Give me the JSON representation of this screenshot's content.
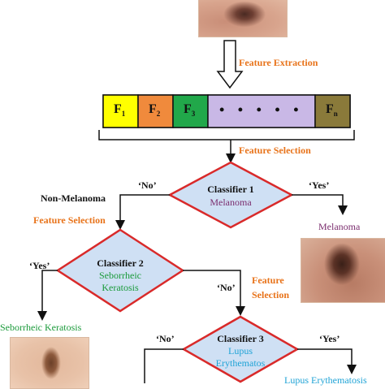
{
  "feature_extraction_label": "Feature Extraction",
  "feature_selection_label": "Feature Selection",
  "feature_bar": {
    "f1": "F",
    "f1_sub": "1",
    "f2": "F",
    "f2_sub": "2",
    "f3": "F",
    "f3_sub": "3",
    "dots": "• • • • •",
    "fn": "F",
    "fn_sub": "n",
    "colors": {
      "f1": "#ffff00",
      "f2": "#f08a3c",
      "f3": "#21a84a",
      "dots": "#c9b8e6",
      "fn": "#8a7a3a"
    }
  },
  "classifier1": {
    "title": "Classifier 1",
    "sub": "Melanoma",
    "no": "‘No’",
    "yes": "‘Yes’"
  },
  "non_melanoma_label": "Non-Melanoma",
  "feature_selection_left": "Feature Selection",
  "melanoma_result": "Melanoma",
  "classifier2": {
    "title": "Classifier 2",
    "sub1": "Seborrheic",
    "sub2": "Keratosis",
    "yes": "‘Yes’",
    "no": "‘No’"
  },
  "feature_selection_right_1": "Feature",
  "feature_selection_right_2": "Selection",
  "seborrheic_result": "Seborrheic Keratosis",
  "classifier3": {
    "title": "Classifier 3",
    "sub1": "Lupus",
    "sub2": "Erythematos",
    "no": "‘No’",
    "yes": "‘Yes’"
  },
  "lupus_result": "Lupus Erythematosis",
  "colors": {
    "diamond_fill": "#cfe0f4",
    "diamond_stroke": "#d92a2a",
    "orange_text": "#e8731a"
  }
}
